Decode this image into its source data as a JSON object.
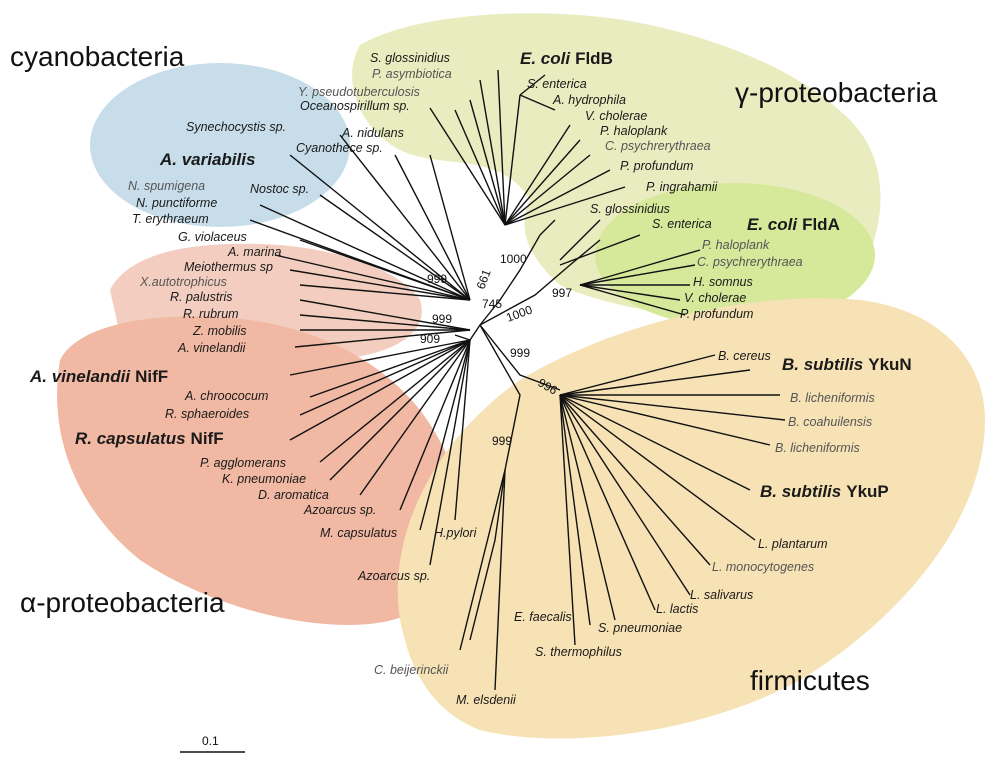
{
  "colors": {
    "cyanobacteria": "#c7dde9",
    "gamma_proteobacteria": "#e9ecbf",
    "gamma_inner": "#d6e89a",
    "alpha_proteobacteria": "#f1b9a3",
    "alpha_light": "#f3cec0",
    "firmicutes": "#f6e2b4",
    "branch": "#111111"
  },
  "groups": {
    "cyanobacteria": "cyanobacteria",
    "gamma_prefix": "γ",
    "gamma_name": "-proteobacteria",
    "alpha_prefix": "α",
    "alpha_name": "-proteobacteria",
    "firmicutes": "firmicutes"
  },
  "leaves": {
    "s_glossinidius_1": "S. glossinidius",
    "p_asymbiotica": "P. asymbiotica",
    "e_coli_fldb_sp": "E. coli",
    "e_coli_fldb_gene": "FldB",
    "y_pseudotuberculosis": "Y. pseudotuberculosis",
    "oceanospirillum": "Oceanospirillum sp.",
    "s_enterica_1": "S. enterica",
    "a_hydrophila": "A. hydrophila",
    "v_cholerae_1": "V. cholerae",
    "p_haloplank_1": "P. haloplank",
    "c_psychrerythraea_1": "C. psychrerythraea",
    "p_profundum_1": "P. profundum",
    "p_ingrahamii": "P. ingrahamii",
    "synechocystis": "Synechocystis sp.",
    "a_nidulans": "A. nidulans",
    "cyanothece": "Cyanothece sp.",
    "a_variabilis": "A. variabilis",
    "n_spumigena": "N. spumigena",
    "nostoc": "Nostoc sp.",
    "n_punctiforme": "N. punctiforme",
    "t_erythraeum": "T. erythraeum",
    "s_glossinidius_2": "S. glossinidius",
    "s_enterica_2": "S. enterica",
    "e_coli_flda_sp": "E. coli",
    "e_coli_flda_gene": "FldA",
    "p_haloplank_2": "P. haloplank",
    "c_psychrerythraea_2": "C. psychrerythraea",
    "h_somnus": "H. somnus",
    "v_cholerae_2": "V. cholerae",
    "p_profundum_2": "P. profundum",
    "g_violaceus": "G. violaceus",
    "a_marina": "A. marina",
    "meiothermus": "Meiothermus sp",
    "x_autotrophicus": "X.autotrophicus",
    "r_palustris": "R. palustris",
    "r_rubrum": "R. rubrum",
    "z_mobilis": "Z. mobilis",
    "a_vinelandii": "A. vinelandii",
    "a_vinelandii_nif_sp": "A. vinelandii",
    "a_vinelandii_nif_gene": "NifF",
    "a_chroococum": "A. chroococum",
    "r_sphaeroides": "R. sphaeroides",
    "r_capsulatus_nif_sp": "R. capsulatus",
    "r_capsulatus_nif_gene": "NifF",
    "p_agglomerans": "P. agglomerans",
    "k_pneumoniae": "K. pneumoniae",
    "d_aromatica": "D. aromatica",
    "azoarcus_1": "Azoarcus sp.",
    "m_capsulatus": "M. capsulatus",
    "h_pylori": "H.pylori",
    "azoarcus_2": "Azoarcus sp.",
    "b_cereus": "B. cereus",
    "b_subtilis_ykun_sp": "B. subtilis",
    "b_subtilis_ykun_gene": "YkuN",
    "b_licheniformis_1": "B. licheniformis",
    "b_coahuilensis": "B. coahuilensis",
    "b_licheniformis_2": "B. licheniformis",
    "b_subtilis_ykup_sp": "B. subtilis",
    "b_subtilis_ykup_gene": "YkuP",
    "l_plantarum": "L. plantarum",
    "l_monocytogenes": "L. monocytogenes",
    "l_salivarus": "L. salivarus",
    "e_faecalis": "E. faecalis",
    "l_lactis": "L. lactis",
    "s_pneumoniae": "S. pneumoniae",
    "s_thermophilus": "S. thermophilus",
    "c_beijerinckii": "C. beijerinckii",
    "m_elsdenii": "M. elsdenii"
  },
  "bootstrap": {
    "b1000_gamma": "1000",
    "b661": "661",
    "b745": "745",
    "b999_cyano": "999",
    "b997": "997",
    "b1000_flda": "1000",
    "b999_alpha": "999",
    "b909": "909",
    "b999_firm": "999",
    "b996": "996",
    "b999_lower": "999"
  },
  "scale_bar": {
    "label": "0.1"
  }
}
